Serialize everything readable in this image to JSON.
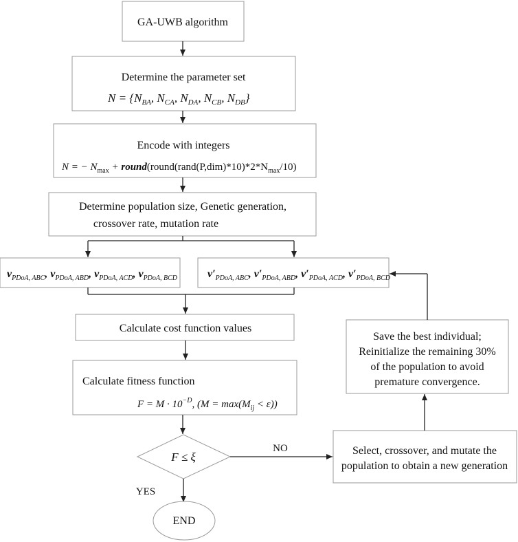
{
  "title": "GA-UWB algorithm",
  "step1": {
    "text": "Determine the parameter set",
    "formula_lhs": "N = {N",
    "formula_subs": [
      "BA",
      "CA",
      "DA",
      "CB",
      "DB"
    ]
  },
  "step2": {
    "text": "Encode with integers",
    "formula": {
      "p1": "N = − N",
      "s1": "max",
      "p2": " + ",
      "round_italic": "round",
      "p3": "(round(rand(P,dim)*10)*2*N",
      "s2": "max",
      "p4": "/10)"
    }
  },
  "step3": {
    "line1": "Determine population size, Genetic generation,",
    "line2": "crossover rate,  mutation rate"
  },
  "velocity_left": {
    "var": "v",
    "subs": [
      "PDoA, ABC",
      "PDoA, ABD",
      "PDoA, ACD",
      "PDoA, BCD"
    ]
  },
  "velocity_right": {
    "var": "v′",
    "subs": [
      "PDoA, ABC",
      "PDoA, ABD",
      "PDoA, ACD",
      "PDoA, BCD"
    ]
  },
  "cost": {
    "text": "Calculate cost function values"
  },
  "fitness": {
    "text": "Calculate fitness function",
    "formula_a": "F = M · 10",
    "formula_exp": "−D",
    "formula_b": ",   (M = max(M",
    "formula_sub": "ij",
    "formula_c": " < ε))"
  },
  "decision": {
    "text": "F ≤ ξ"
  },
  "labels": {
    "no": "NO",
    "yes": "YES"
  },
  "end": {
    "text": "END"
  },
  "select": {
    "line1": "Select, crossover, and mutate the",
    "line2": "population to obtain a new generation"
  },
  "save": {
    "line1": "Save the best individual;",
    "line2": "Reinitialize the remaining 30%",
    "line3": "of the population to avoid",
    "line4": "premature convergence."
  }
}
